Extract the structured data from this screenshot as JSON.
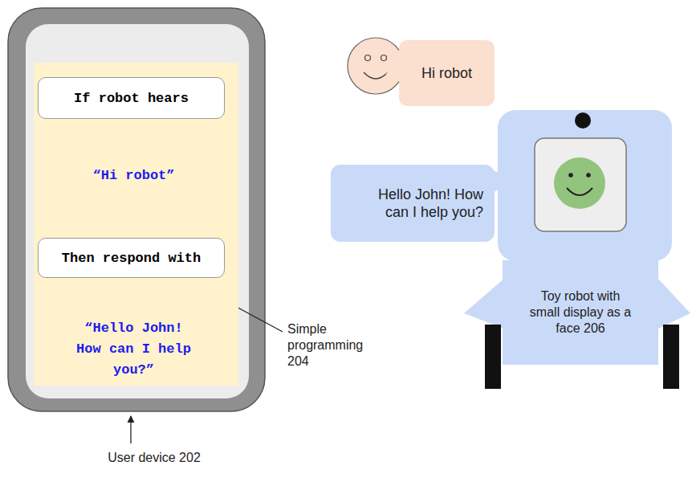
{
  "diagram": {
    "nodes": [
      {
        "text": [
          "“Hi robot”",
          "“Hello John! How can I help you?”"
        ]
      },
      {
        "text": [
          "If robot hears"
        ],
        "in": 0
      },
      {
        "text": [
          "Then respond with"
        ],
        "in": 0
      },
      {
        "text": [
          "Hi robot"
        ]
      },
      {
        "text": [
          "Hello John! How can I help you?"
        ]
      },
      {
        "text": [
          "Toy robot with small display as a face 206"
        ]
      }
    ],
    "labels": [
      "Simple programming 204",
      "User device 202"
    ]
  }
}
